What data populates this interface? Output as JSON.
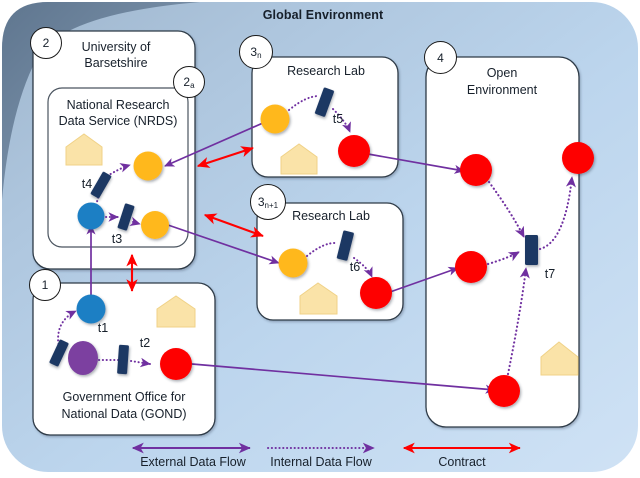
{
  "diagram": {
    "title": "Global Environment",
    "background_color": "#b9d3ec",
    "corner_shade_color": "#6d829b",
    "boxes": [
      {
        "id": "university",
        "badge": "2",
        "title_line1": "University of",
        "title_line2": "Barsetshire"
      },
      {
        "id": "nrds",
        "badge": "2a",
        "badge_main": "2",
        "badge_sub": "a",
        "title_line1": "National Research",
        "title_line2": "Data Service (NRDS)"
      },
      {
        "id": "gond",
        "badge": "1",
        "title_line1": "Government Office for",
        "title_line2": "National Data (GOND)"
      },
      {
        "id": "research-lab-n",
        "badge_main": "3",
        "badge_sub": "n",
        "title_line1": "Research Lab",
        "title_line2": ""
      },
      {
        "id": "research-lab-n1",
        "badge_main": "3",
        "badge_sub": "n+1",
        "title_line1": "Research Lab",
        "title_line2": ""
      },
      {
        "id": "open-environment",
        "badge": "4",
        "title_line1": "Open",
        "title_line2": "Environment"
      }
    ],
    "transitions": [
      {
        "id": "t1",
        "label": "t1",
        "in_box": "gond"
      },
      {
        "id": "t2",
        "label": "t2",
        "in_box": "gond"
      },
      {
        "id": "t3",
        "label": "t3",
        "in_box": "nrds"
      },
      {
        "id": "t4",
        "label": "t4",
        "in_box": "nrds"
      },
      {
        "id": "t5",
        "label": "t5",
        "in_box": "research-lab-n"
      },
      {
        "id": "t6",
        "label": "t6",
        "in_box": "research-lab-n1"
      },
      {
        "id": "t7",
        "label": "t7",
        "in_box": "open-environment"
      }
    ],
    "colors": {
      "external_flow": "#7030a0",
      "internal_flow": "#7030a0",
      "contract": "#ff0000",
      "place_blue": "#1f7fc4",
      "place_orange": "#ffb81c",
      "place_red": "#fe0000",
      "place_purple": "#7b3fa0",
      "transition_bar": "#1f3864",
      "house_fill": "#fae3a8"
    },
    "legend": [
      {
        "id": "external",
        "label": "External Data Flow",
        "style": "solid-double-arrow",
        "color": "#7030a0"
      },
      {
        "id": "internal",
        "label": "Internal  Data Flow",
        "style": "dotted-arrow",
        "color": "#7030a0"
      },
      {
        "id": "contract",
        "label": "Contract",
        "style": "solid-double-arrow",
        "color": "#ff0000"
      }
    ]
  }
}
